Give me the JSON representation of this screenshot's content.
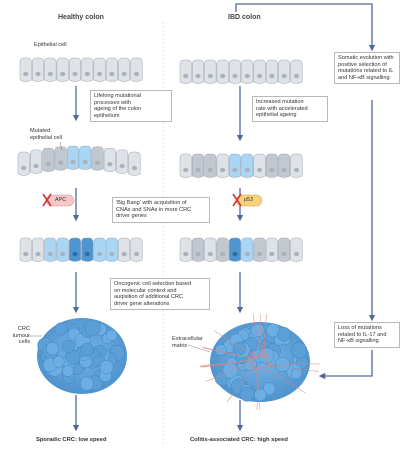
{
  "columns": {
    "healthy": "Healthy colon",
    "ibd": "IBD colon"
  },
  "labels": {
    "epithelial_cell": "Epithelial cell",
    "mutated_cell_1": "Mutated",
    "mutated_cell_2": "epithelial cell",
    "extracellular_1": "Extracellular",
    "extracellular_2": "matrix",
    "crc_1": "CRC",
    "crc_2": "tumour",
    "crc_3": "cells"
  },
  "genes": {
    "apc": "APC",
    "p53": "p53"
  },
  "boxes": {
    "lifelong": [
      "Lifelong mutational",
      "processes with",
      "ageing of the colon",
      "epithelium"
    ],
    "increased": [
      "Increased mutation",
      "rate with accelerated",
      "epithelial ageing"
    ],
    "big_bang": [
      "'Big Bang' with acquisition of",
      "CNAs and SNAs in more CRC",
      "driver genes"
    ],
    "oncogenic": [
      "Oncogenic cell selection based",
      "on molecular context and",
      "auqisition of additional CRC",
      "driver gene alterations"
    ],
    "somatic": [
      "Somatic evolution with",
      "positive selection of",
      "mutations related to IL",
      "and NF-κB signalling"
    ],
    "loss": [
      "Loss of mutations",
      "related to IL-17 and",
      "NF-κB signalling"
    ]
  },
  "outcomes": {
    "sporadic": "Sporadic CRC: low speed",
    "colitis": "Colitis-associated CRC: high speed"
  },
  "colors": {
    "cell_grey": "#dfe3e8",
    "cell_stroke": "#9aa3ad",
    "mutated_blue": "#a9d6f5",
    "dark_blue": "#4f95cf",
    "arrow": "#50679a",
    "gene_pink": "#f3c8c8",
    "gene_orange": "#f6d27a",
    "fiber": "#d98484"
  }
}
